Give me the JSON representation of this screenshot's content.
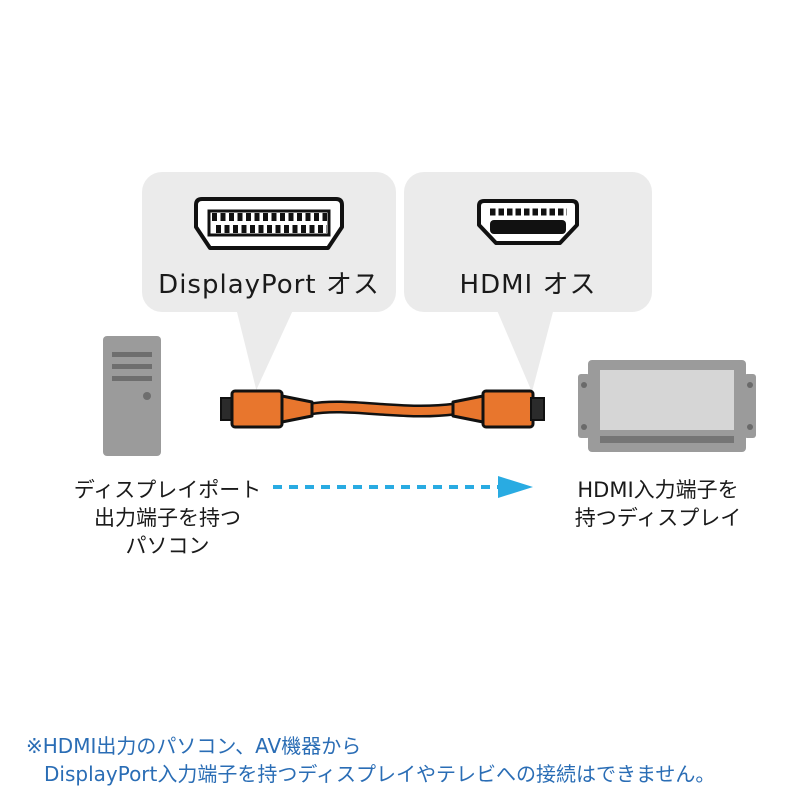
{
  "bubbles": {
    "displayport": {
      "label": "DisplayPort オス",
      "icon": "displayport-plug-icon"
    },
    "hdmi": {
      "label": "HDMI オス",
      "icon": "hdmi-plug-icon"
    }
  },
  "captions": {
    "left_lines": [
      "ディスプレイポート",
      "出力端子を持つ",
      "パソコン"
    ],
    "right_lines": [
      "HDMI入力端子を",
      "持つディスプレイ"
    ]
  },
  "note": {
    "lines": [
      "※HDMI出力のパソコン、AV機器から",
      "DisplayPort入力端子を持つディスプレイやテレビへの接続はできません。"
    ]
  },
  "colors": {
    "cable_orange": "#e8762d",
    "arrow_blue": "#29abe2",
    "note_blue": "#2a6db5",
    "bubble_gray": "#ebebeb",
    "device_gray": "#9b9b9b"
  }
}
